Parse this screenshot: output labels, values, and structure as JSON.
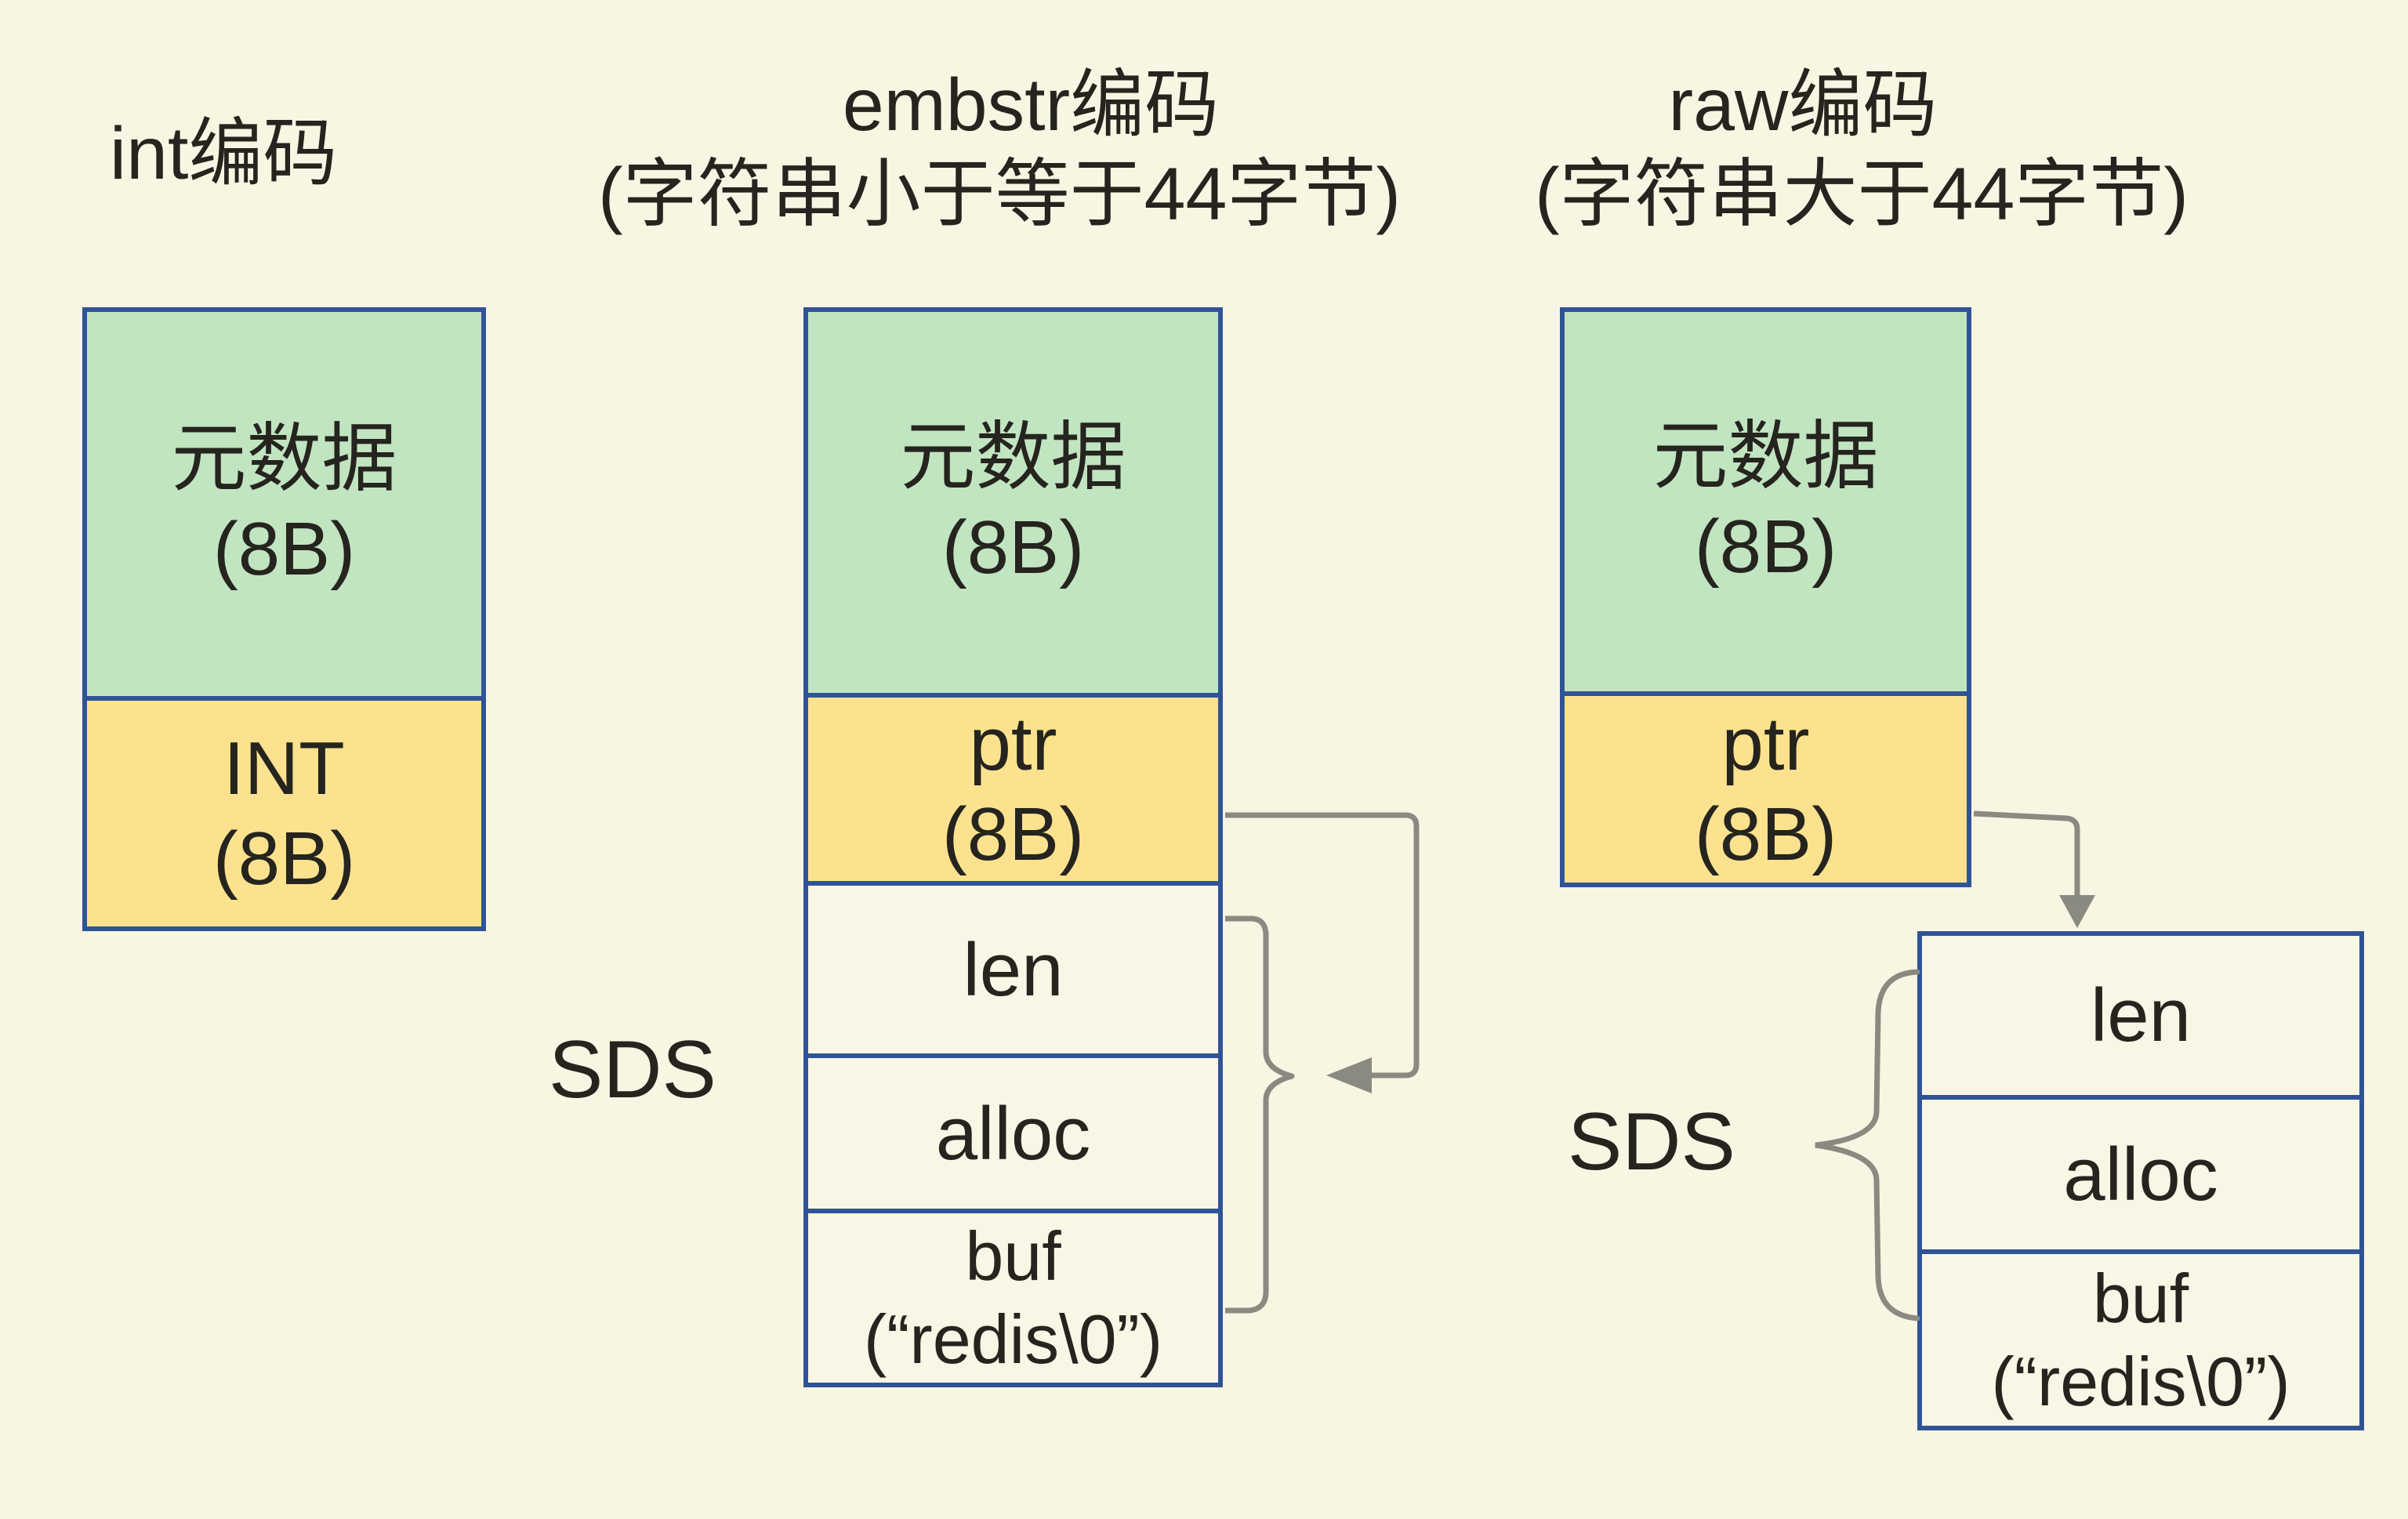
{
  "diagram": {
    "subject": "Redis string object encodings",
    "background_color": "#F8F5E3",
    "border_color": "#2F5496",
    "green_fill": "#C1E4C1",
    "yellow_fill": "#FCE28F",
    "plain_fill": "#F9F6E6",
    "connector_color": "#8B8A80",
    "text_color": "#25241E"
  },
  "columns": {
    "int": {
      "title_line1": "int编码",
      "cells": {
        "metadata": {
          "line1": "元数据",
          "line2": "(8B)"
        },
        "value": {
          "line1": "INT",
          "line2": "(8B)"
        }
      }
    },
    "embstr": {
      "title_line1": "embstr编码",
      "title_line2": "(字符串小于等于44字节)",
      "cells": {
        "metadata": {
          "line1": "元数据",
          "line2": "(8B)"
        },
        "ptr": {
          "line1": "ptr",
          "line2": "(8B)"
        },
        "len": {
          "line1": "len"
        },
        "alloc": {
          "line1": "alloc"
        },
        "buf": {
          "line1": "buf",
          "line2": "(“redis\\0”)"
        }
      },
      "sds_label": "SDS"
    },
    "raw": {
      "title_line1": "raw编码",
      "title_line2": "(字符串大于44字节)",
      "cells": {
        "metadata": {
          "line1": "元数据",
          "line2": "(8B)"
        },
        "ptr": {
          "line1": "ptr",
          "line2": "(8B)"
        },
        "len": {
          "line1": "len"
        },
        "alloc": {
          "line1": "alloc"
        },
        "buf": {
          "line1": "buf",
          "line2": "(“redis\\0”)"
        }
      },
      "sds_label": "SDS"
    }
  }
}
